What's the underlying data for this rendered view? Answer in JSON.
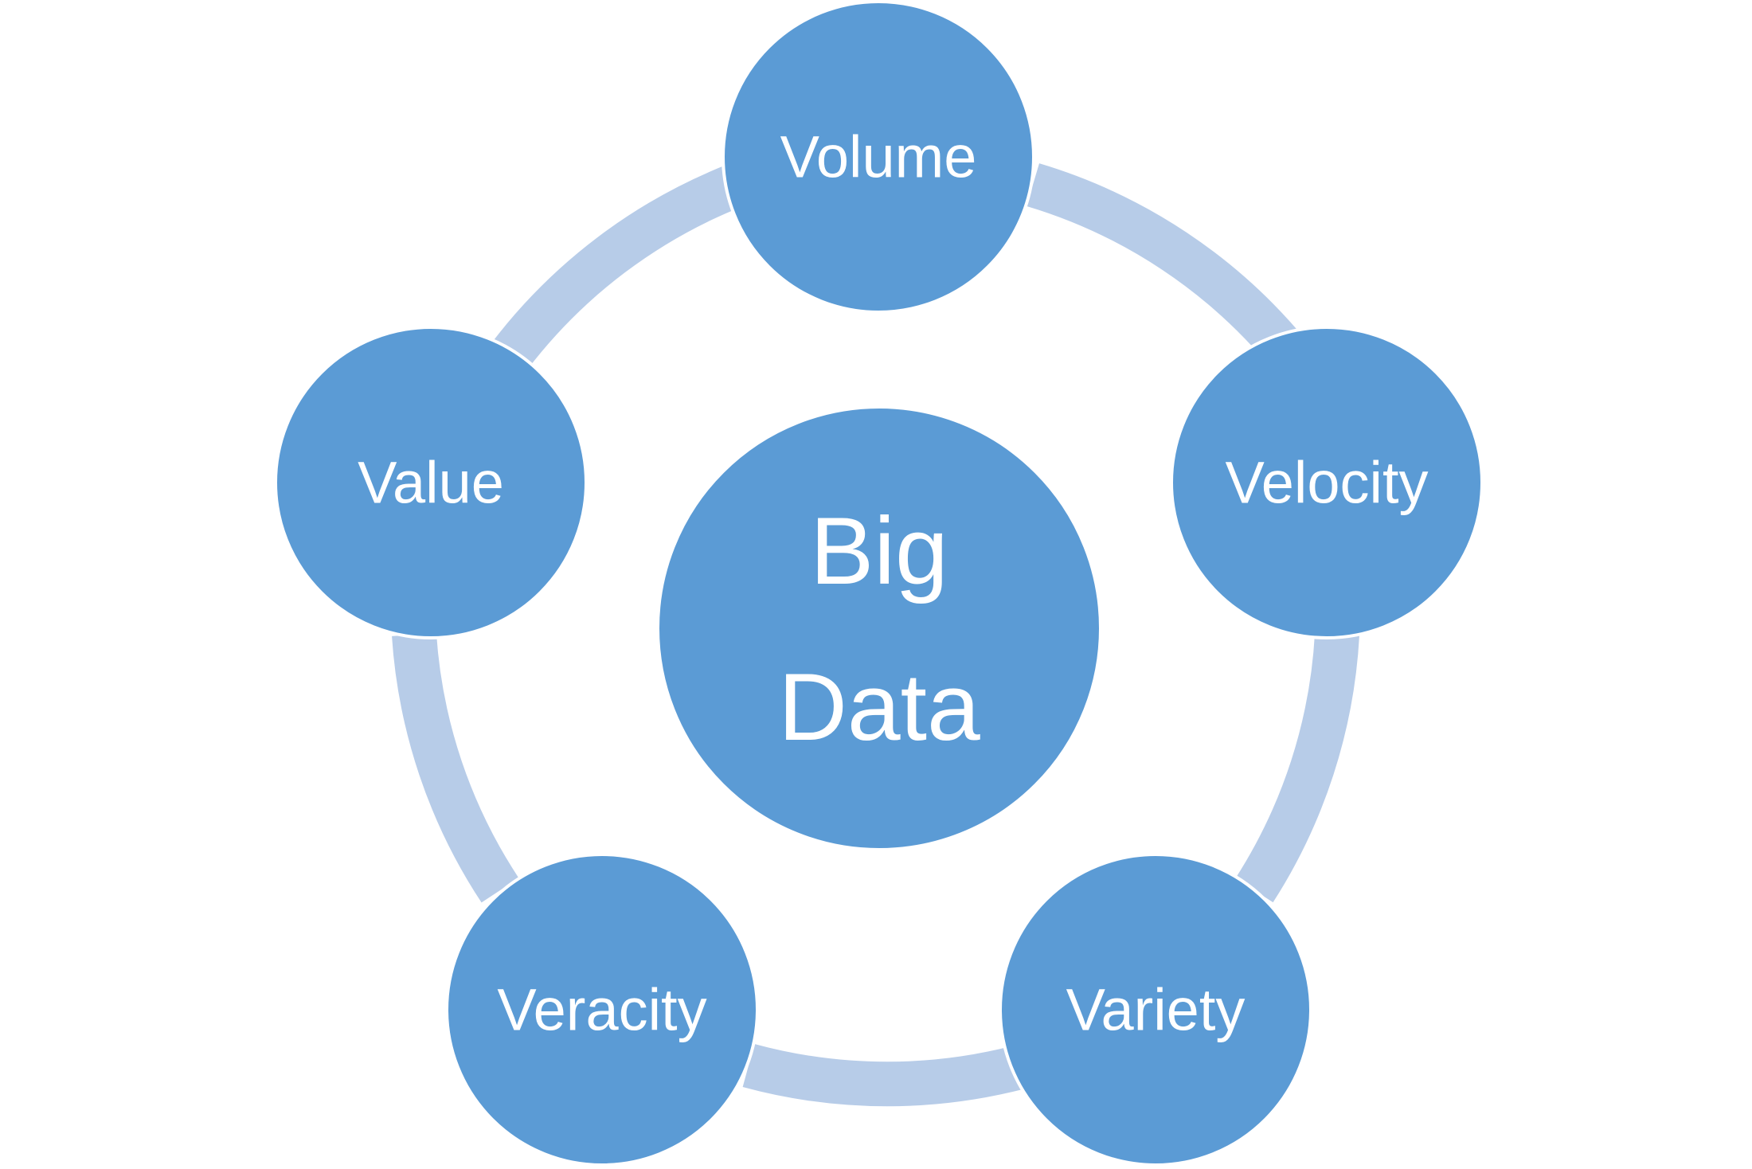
{
  "colors": {
    "node_fill": "#5B9BD5",
    "ring": "#B7CCE8",
    "label": "#FFFFFF",
    "background": "#FFFFFF"
  },
  "center": {
    "line1": "Big",
    "line2": "Data"
  },
  "nodes": [
    {
      "label": "Volume"
    },
    {
      "label": "Velocity"
    },
    {
      "label": "Variety"
    },
    {
      "label": "Veracity"
    },
    {
      "label": "Value"
    }
  ]
}
